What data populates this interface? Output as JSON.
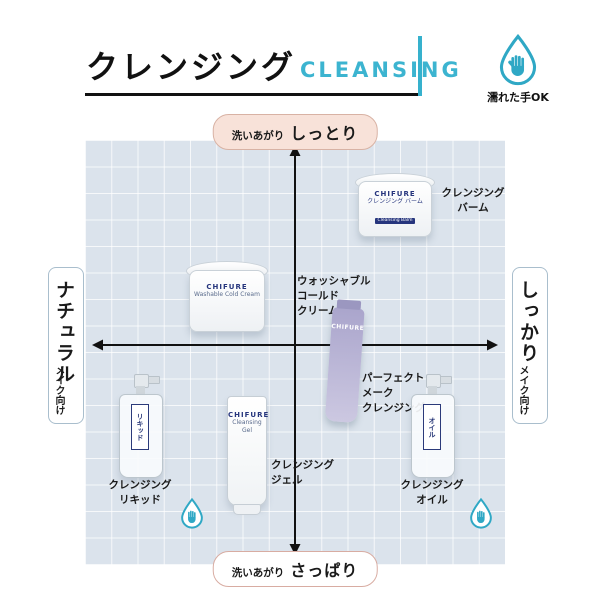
{
  "header": {
    "title": "クレンジング",
    "subtitle": "CLEANSING",
    "wet_hands_label": "濡れた手OK"
  },
  "axes": {
    "top_prefix": "洗いあがり",
    "top_main": "しっとり",
    "bottom_prefix": "洗いあがり",
    "bottom_main": "さっぱり",
    "left_main": "ナチュラル",
    "left_sub": "メイク向け",
    "right_main": "しっかり",
    "right_sub": "メイク向け"
  },
  "products": {
    "balm": {
      "label_line1": "クレンジング",
      "label_line2": "バーム",
      "pack_brand": "CHIFURE",
      "pack_name": "クレンジング バーム",
      "pack_sub": "Cleansing Balm"
    },
    "cold_cream": {
      "label_line1": "ウォッシャブル",
      "label_line2": "コールド",
      "label_line3": "クリーム",
      "pack_brand": "CHIFURE",
      "pack_name": "Washable Cold Cream"
    },
    "perfect": {
      "label_line1": "パーフェクト",
      "label_line2": "メーク",
      "label_line3": "クレンジング",
      "pack_brand": "CHIFURE"
    },
    "liquid": {
      "label_line1": "クレンジング",
      "label_line2": "リキッド",
      "pack_text": "リキッド"
    },
    "gel": {
      "label_line1": "クレンジング",
      "label_line2": "ジェル",
      "pack_brand": "CHIFURE",
      "pack_name": "Cleansing Gel"
    },
    "oil": {
      "label_line1": "クレンジング",
      "label_line2": "オイル",
      "pack_text": "オイル"
    }
  },
  "colors": {
    "accent_teal": "#36b1cd",
    "panel_blue": "#dbe3ec",
    "pill_peach": "#f8e2d9"
  }
}
